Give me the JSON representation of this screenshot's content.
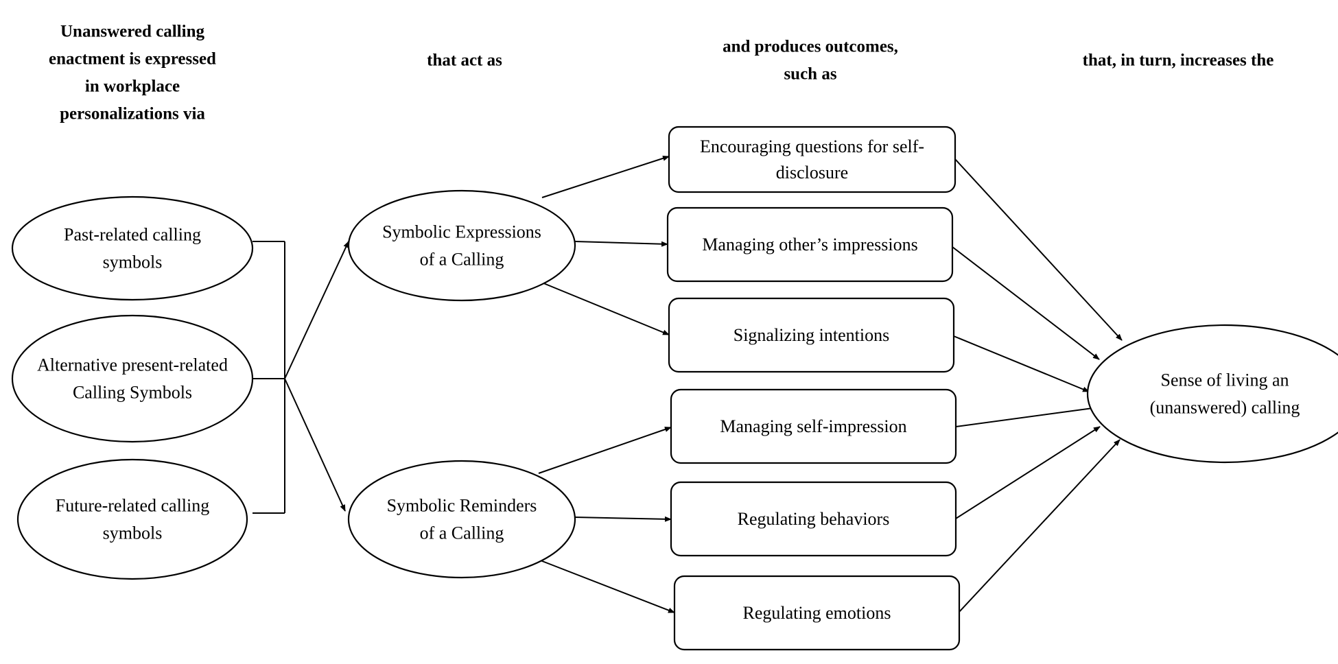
{
  "headers": [
    {
      "lines": [
        "Unanswered calling",
        "enactment is expressed",
        "in workplace",
        "personalizations via"
      ]
    },
    {
      "lines": [
        "that act as"
      ]
    },
    {
      "lines": [
        "and produces outcomes,",
        "such as"
      ]
    },
    {
      "lines": [
        "that, in turn, increases the"
      ]
    }
  ],
  "symbols": [
    {
      "lines": [
        "Past-related calling",
        "symbols"
      ]
    },
    {
      "lines": [
        "Alternative present-related",
        "Calling Symbols"
      ]
    },
    {
      "lines": [
        "Future-related calling",
        "symbols"
      ]
    }
  ],
  "functions": [
    {
      "lines": [
        "Symbolic Expressions",
        "of a Calling"
      ]
    },
    {
      "lines": [
        "Symbolic Reminders",
        "of a Calling"
      ]
    }
  ],
  "outcomes": [
    {
      "lines": [
        "Encouraging questions for self-",
        "disclosure"
      ]
    },
    {
      "lines": [
        "Managing other’s impressions"
      ]
    },
    {
      "lines": [
        "Signalizing intentions"
      ]
    },
    {
      "lines": [
        "Managing self-impression"
      ]
    },
    {
      "lines": [
        "Regulating behaviors"
      ]
    },
    {
      "lines": [
        "Regulating emotions"
      ]
    }
  ],
  "result": {
    "lines": [
      "Sense of living an",
      "(unanswered) calling"
    ]
  }
}
